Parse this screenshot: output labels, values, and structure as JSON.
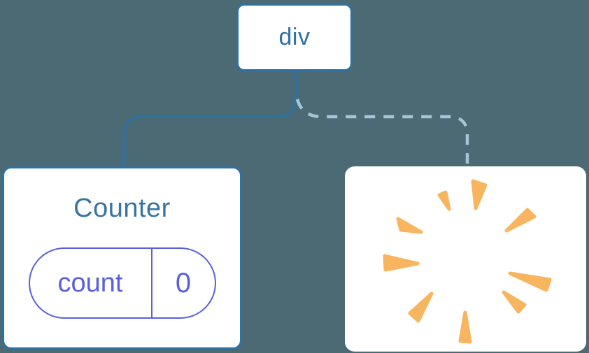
{
  "diagram": {
    "description": "component tree: div root keeps Counter with state, second child removed (poof)",
    "root": {
      "label": "div"
    },
    "counter": {
      "title": "Counter",
      "state": {
        "key": "count",
        "value": "0"
      }
    },
    "removed": {
      "icon": "poof-burst-icon"
    }
  },
  "colors": {
    "canvas-bg": "#4B6A74",
    "node-bg": "#FFFFFF",
    "accent-blue": "#2E72A3",
    "counter-title": "#38749F",
    "edge-dashed": "#A7C5D8",
    "state-indigo": "#5A5FE0",
    "burst-orange": "#F8B55F"
  }
}
